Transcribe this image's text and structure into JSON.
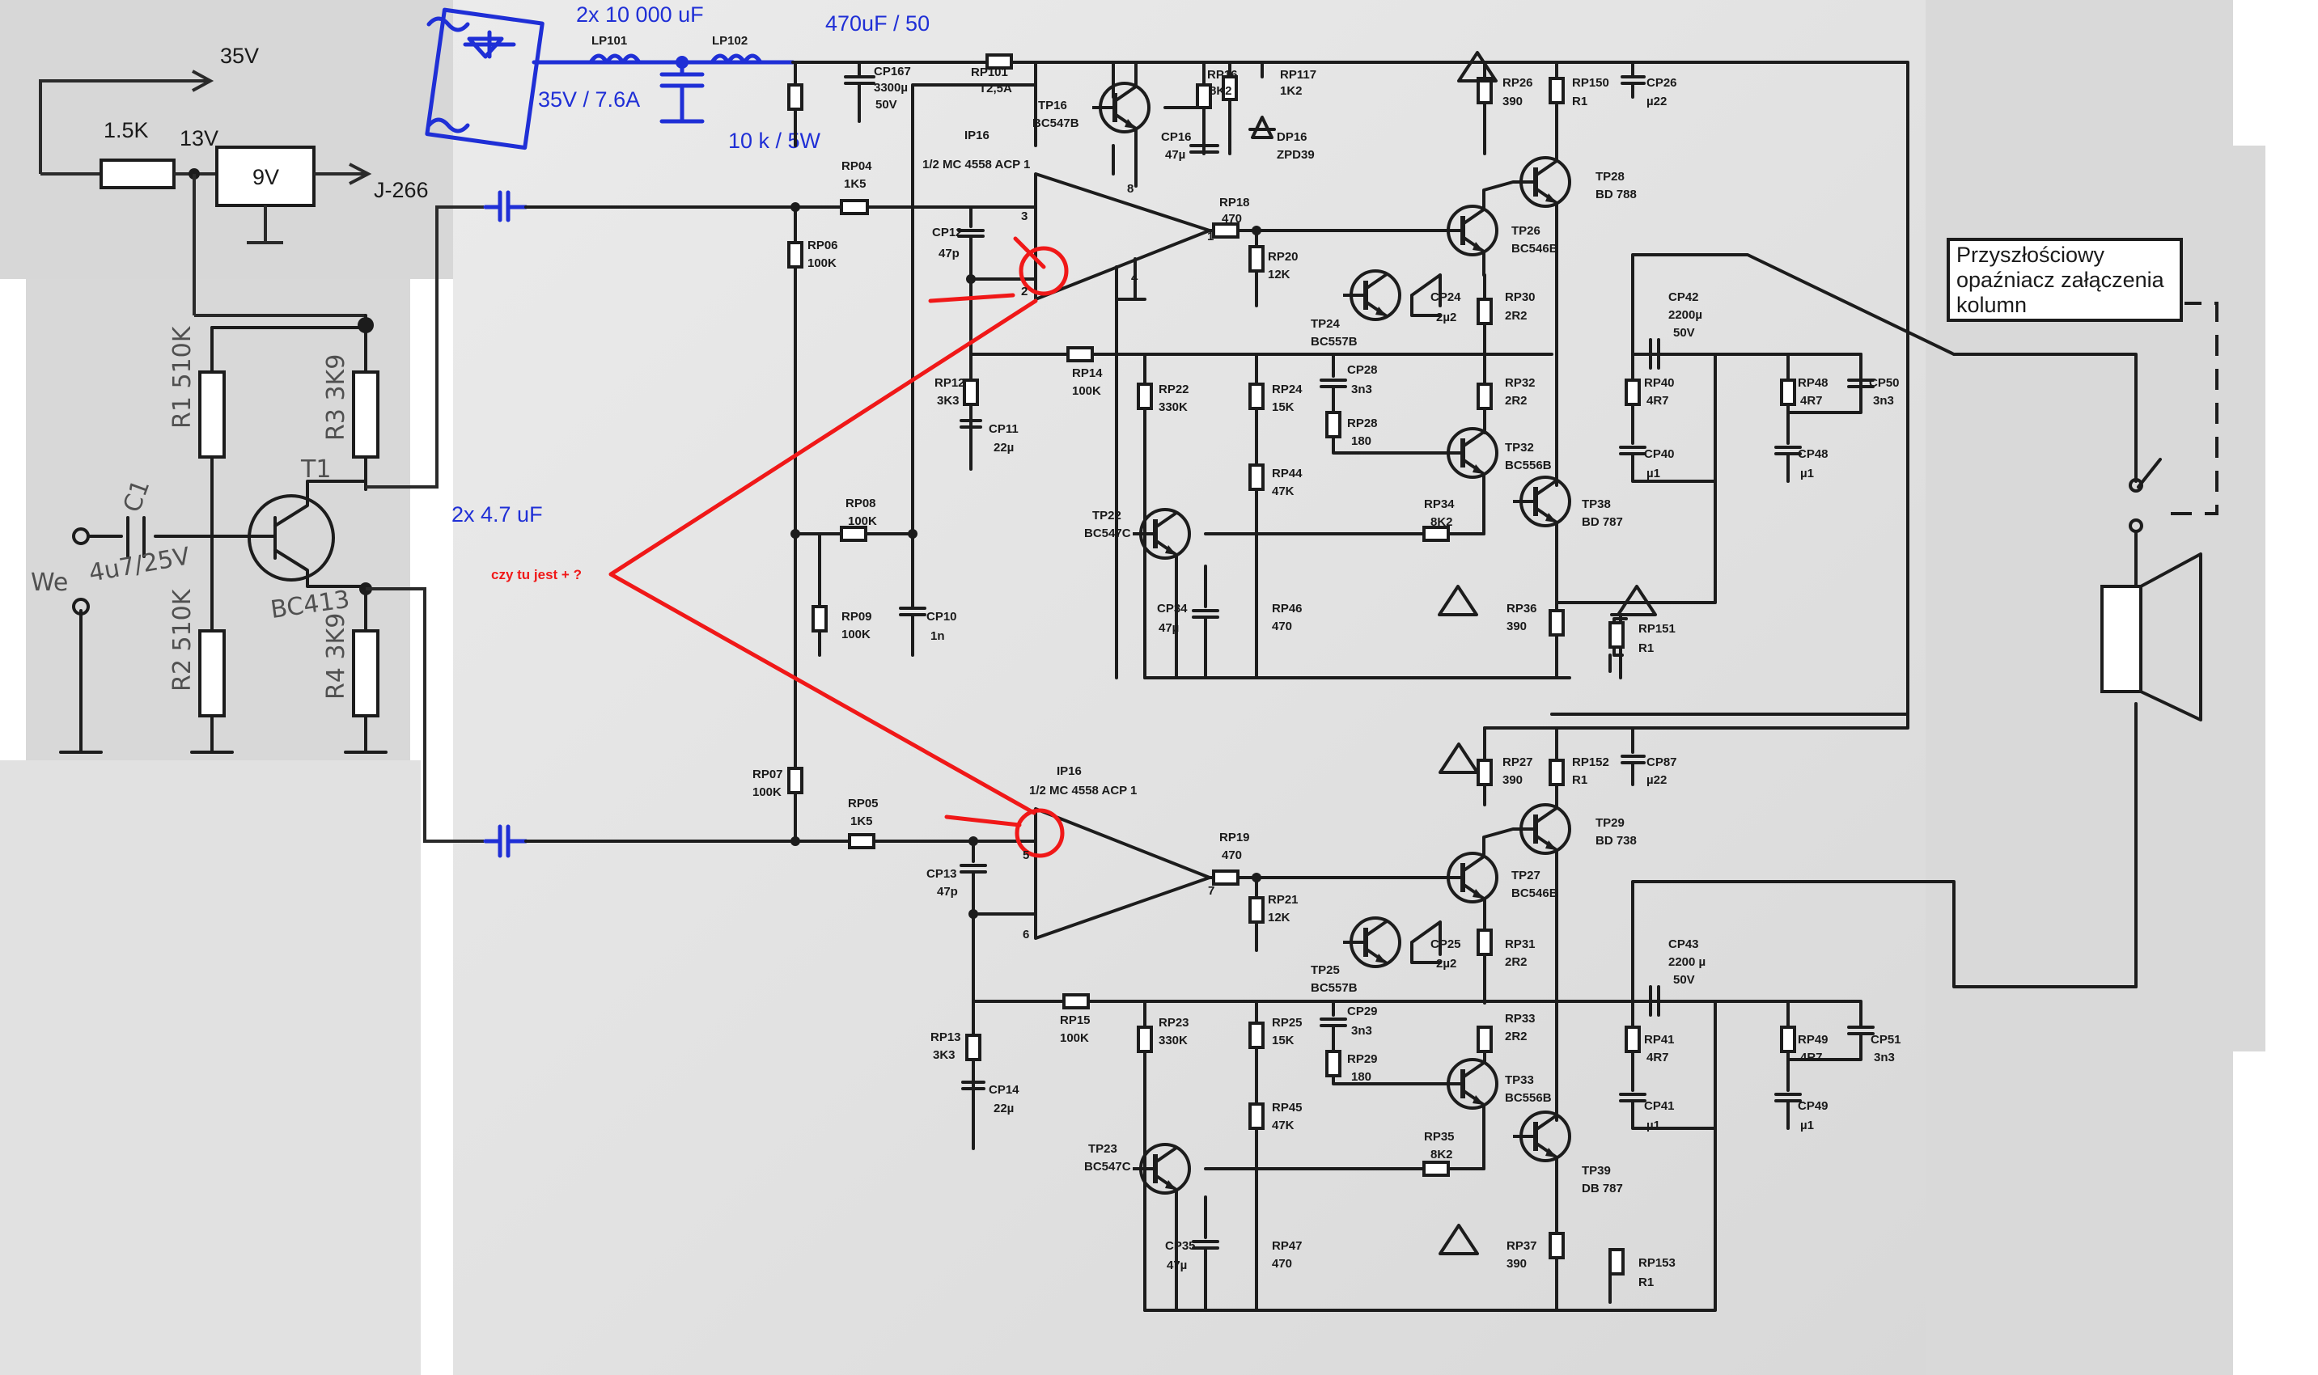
{
  "handwritten": {
    "supply_35v": "35V",
    "resistor_1k5": "1.5K",
    "node_13v": "13V",
    "regulator_9v": "9V",
    "to_j266": "J-266"
  },
  "preamp_photo": {
    "r1": "R1 510K",
    "r3": "R3 3K9",
    "c1": "C1",
    "t1": "T1",
    "input_we": "We",
    "c1_value": "4u7/25V",
    "transistor": "BC413",
    "r2": "R2 510K",
    "r4": "R4 3K9"
  },
  "blue_notes": {
    "caps_10000": "2x 10 000 uF",
    "rating_35v": "35V / 7.6A",
    "cap_470": "470uF / 50",
    "res_10k": "10 k / 5W",
    "caps_4u7": "2x 4.7 uF"
  },
  "red_note": {
    "question": "czy tu jest + ?"
  },
  "side_note": {
    "line1": "Przyszłościowy",
    "line2": "opaźniacz załączenia",
    "line3": "kolumn"
  },
  "top_channel": {
    "lp101": "LP101",
    "lp102": "LP102",
    "cp167": "CP167",
    "cp167_v": "3300µ",
    "cp167_r": "50V",
    "rp101": "RP101",
    "rp101_v": "T2,5A",
    "tp16": "TP16",
    "tp16_t": "BC547B",
    "rp16": "RP16",
    "rp16_v": "8K2",
    "rp117": "RP117",
    "rp117_v": "1K2",
    "cp16": "CP16",
    "cp16_v": "47µ",
    "dp16": "DP16",
    "dp16_v": "ZPD39",
    "rp26": "RP26",
    "rp26_v": "390",
    "rp150": "RP150",
    "rp150_v": "R1",
    "cp26": "CP26",
    "cp26_v": "µ22",
    "ip16": "IP16",
    "ip16_t": "1/2 MC 4558 ACP 1",
    "rp04": "RP04",
    "rp04_v": "1K5",
    "rp06": "RP06",
    "rp06_v": "100K",
    "cp12": "CP12",
    "cp12_v": "47p",
    "pin3": "3",
    "pin2": "2",
    "pin4": "4",
    "pin8": "8",
    "pin1": "1",
    "rp18": "RP18",
    "rp18_v": "470",
    "rp20": "RP20",
    "rp20_v": "12K",
    "tp26": "TP26",
    "tp26_t": "BC546B",
    "tp28": "TP28",
    "tp28_t": "BD 788",
    "tp24": "TP24",
    "tp24_t": "BC557B",
    "cp24": "CP24",
    "cp24_v": "2µ2",
    "rp30": "RP30",
    "rp30_v": "2R2",
    "cp42": "CP42",
    "cp42_v": "2200µ",
    "cp42_r": "50V",
    "rp12": "RP12",
    "rp12_v": "3K3",
    "rp14": "RP14",
    "rp14_v": "100K",
    "rp22": "RP22",
    "rp22_v": "330K",
    "rp24": "RP24",
    "rp24_v": "15K",
    "cp28": "CP28",
    "cp28_v": "3n3",
    "rp28": "RP28",
    "rp28_v": "180",
    "rp32": "RP32",
    "rp32_v": "2R2",
    "rp40": "RP40",
    "rp40_v": "4R7",
    "rp48": "RP48",
    "rp48_v": "4R7",
    "cp50": "CP50",
    "cp50_v": "3n3",
    "cp11": "CP11",
    "cp11_v": "22µ",
    "tp32": "TP32",
    "tp32_t": "BC556B",
    "cp40": "CP40",
    "cp40_v": "µ1",
    "cp48": "CP48",
    "cp48_v": "µ1",
    "rp44": "RP44",
    "rp44_v": "47K",
    "rp08": "RP08",
    "rp08_v": "100K",
    "rp34": "RP34",
    "rp34_v": "8K2",
    "tp22": "TP22",
    "tp22_t": "BC547C",
    "tp38": "TP38",
    "tp38_t": "BD 787",
    "rp09": "RP09",
    "rp09_v": "100K",
    "cp10": "CP10",
    "cp10_v": "1n",
    "cp34": "CP34",
    "cp34_v": "47µ",
    "rp46": "RP46",
    "rp46_v": "470",
    "rp36": "RP36",
    "rp36_v": "390",
    "rp151": "RP151",
    "rp151_v": "R1"
  },
  "bottom_channel": {
    "rp27": "RP27",
    "rp27_v": "390",
    "rp152": "RP152",
    "rp152_v": "R1",
    "cp87": "CP87",
    "cp87_v": "µ22",
    "rp07": "RP07",
    "rp07_v": "100K",
    "ip16": "IP16",
    "ip16_t": "1/2 MC 4558 ACP 1",
    "tp29": "TP29",
    "tp29_t": "BD 738",
    "rp05": "RP05",
    "rp05_v": "1K5",
    "pin5": "5",
    "pin6": "6",
    "pin7": "7",
    "rp19": "RP19",
    "rp19_v": "470",
    "tp27": "TP27",
    "tp27_t": "BC546B",
    "cp13": "CP13",
    "cp13_v": "47p",
    "rp21": "RP21",
    "rp21_v": "12K",
    "cp25": "CP25",
    "cp25_v": "2µ2",
    "rp31": "RP31",
    "rp31_v": "2R2",
    "tp25": "TP25",
    "tp25_t": "BC557B",
    "cp43": "CP43",
    "cp43_v": "2200 µ",
    "cp43_r": "50V",
    "rp13": "RP13",
    "rp13_v": "3K3",
    "rp15": "RP15",
    "rp15_v": "100K",
    "rp23": "RP23",
    "rp23_v": "330K",
    "rp25": "RP25",
    "rp25_v": "15K",
    "cp29": "CP29",
    "cp29_v": "3n3",
    "rp29": "RP29",
    "rp29_v": "180",
    "rp33": "RP33",
    "rp33_v": "2R2",
    "rp41": "RP41",
    "rp41_v": "4R7",
    "rp49": "RP49",
    "rp49_v": "4R7",
    "cp51": "CP51",
    "cp51_v": "3n3",
    "cp14": "CP14",
    "cp14_v": "22µ",
    "tp33": "TP33",
    "tp33_t": "BC556B",
    "cp41": "CP41",
    "cp41_v": "µ1",
    "cp49": "CP49",
    "cp49_v": "µ1",
    "rp45": "RP45",
    "rp45_v": "47K",
    "tp23": "TP23",
    "tp23_t": "BC547C",
    "rp35": "RP35",
    "rp35_v": "8K2",
    "tp39": "TP39",
    "tp39_t": "DB 787",
    "cp35": "CP35",
    "cp35_v": "47µ",
    "rp47": "RP47",
    "rp47_v": "470",
    "rp37": "RP37",
    "rp37_v": "390",
    "rp153": "RP153",
    "rp153_v": "R1"
  },
  "colors": {
    "ink": "#1c1c1c",
    "blue_annotation": "#1f2fd6",
    "red_annotation": "#f01818",
    "paper_gray": "#e6e6e6"
  }
}
